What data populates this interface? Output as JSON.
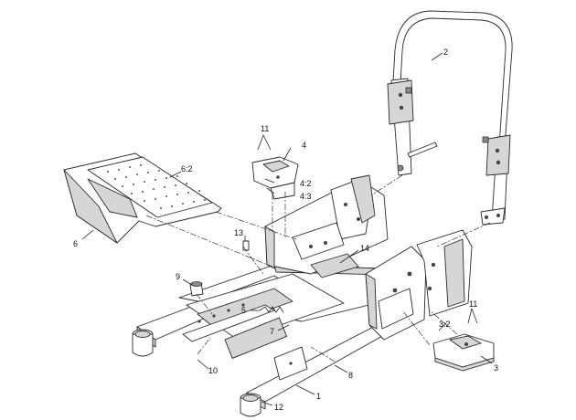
{
  "diagram": {
    "callouts": {
      "c1": "1",
      "c2": "2",
      "c3": "3",
      "c3_2": "3:2",
      "c4": "4",
      "c4_2": "4:2",
      "c4_3": "4:3",
      "c5": "5",
      "c6": "6",
      "c6_2": "6:2",
      "c7": "7",
      "c8": "8",
      "c9": "9",
      "c10": "10",
      "c11a": "11",
      "c11b": "11",
      "c12": "12",
      "c13": "13",
      "c14": "14"
    }
  }
}
